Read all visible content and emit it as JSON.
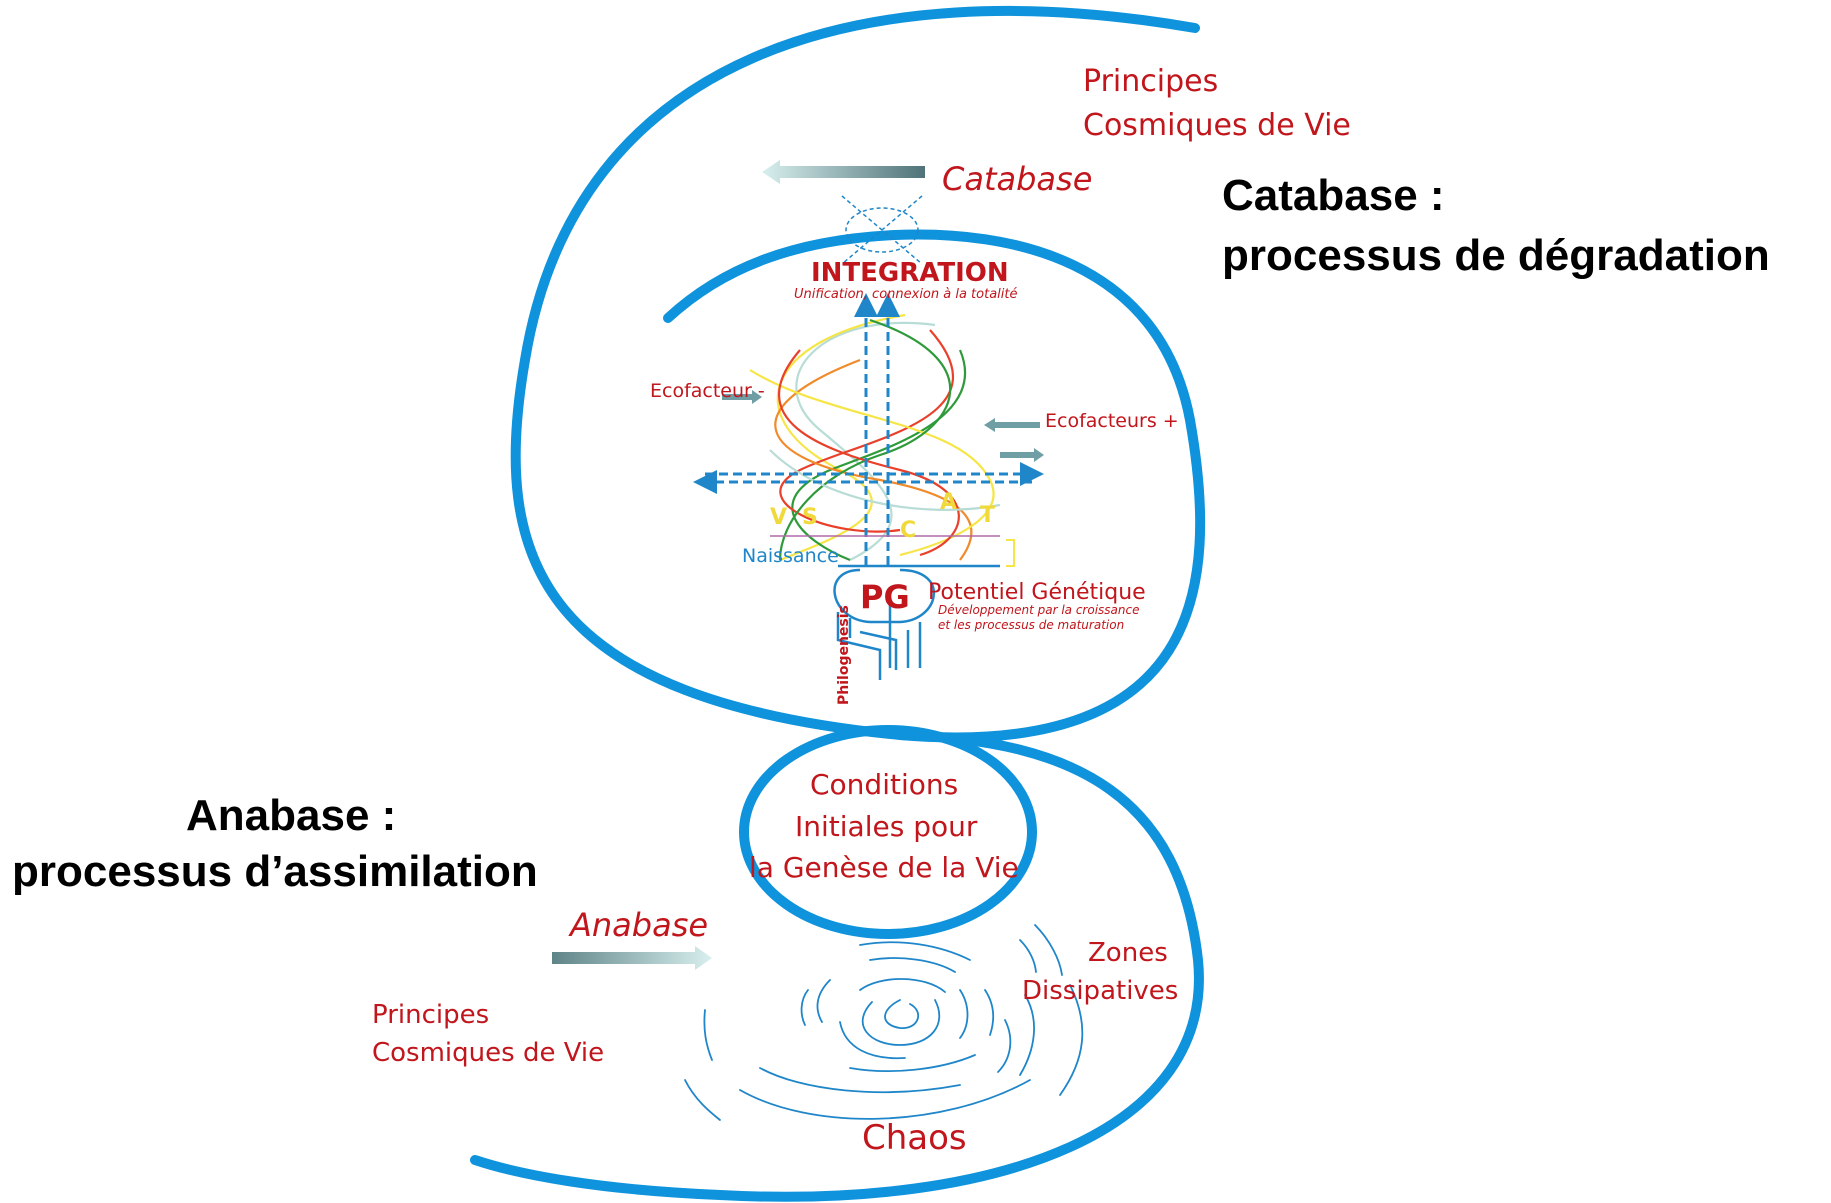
{
  "right_panel": {
    "title_line1": "Catabase :",
    "title_line2": "processus de dégradation"
  },
  "left_panel": {
    "title_line1": "Anabase :",
    "title_line2": "processus d’assimilation"
  },
  "top": {
    "principes_line1": "Principes",
    "principes_line2": "Cosmiques de Vie",
    "catabase_arrow_label": "Catabase"
  },
  "upper_loop": {
    "integration": "INTEGRATION",
    "integration_sub": "Unification, connexion à la totalité",
    "ecofacteur_minus": "Ecofacteur -",
    "ecofacteurs_plus": "Ecofacteurs +",
    "naissance": "Naissance",
    "pg": "PG",
    "potentiel": "Potentiel Génétique",
    "potentiel_sub1": "Développement par la croissance",
    "potentiel_sub2": "et les processus de maturation",
    "philogenesis": "Philogenesis",
    "letters": [
      "V",
      "S",
      "C",
      "A",
      "T"
    ]
  },
  "middle_loop": {
    "line1": "Conditions",
    "line2": "Initiales pour",
    "line3": "la Genèse de la Vie"
  },
  "bottom": {
    "anabase_arrow_label": "Anabase",
    "principes_line1": "Principes",
    "principes_line2": "Cosmiques de Vie",
    "zones_line1": "Zones",
    "zones_line2": "Dissipatives",
    "chaos": "Chaos"
  },
  "colors": {
    "spiral": "#0f93dc",
    "label_red": "#c0161c",
    "label_blue": "#1f86c9",
    "helix_yellow": "#f6e547",
    "helix_green": "#2e9a3a",
    "helix_red": "#e8402a",
    "helix_orange": "#f08a2a",
    "helix_pale": "#b8dcd6"
  }
}
